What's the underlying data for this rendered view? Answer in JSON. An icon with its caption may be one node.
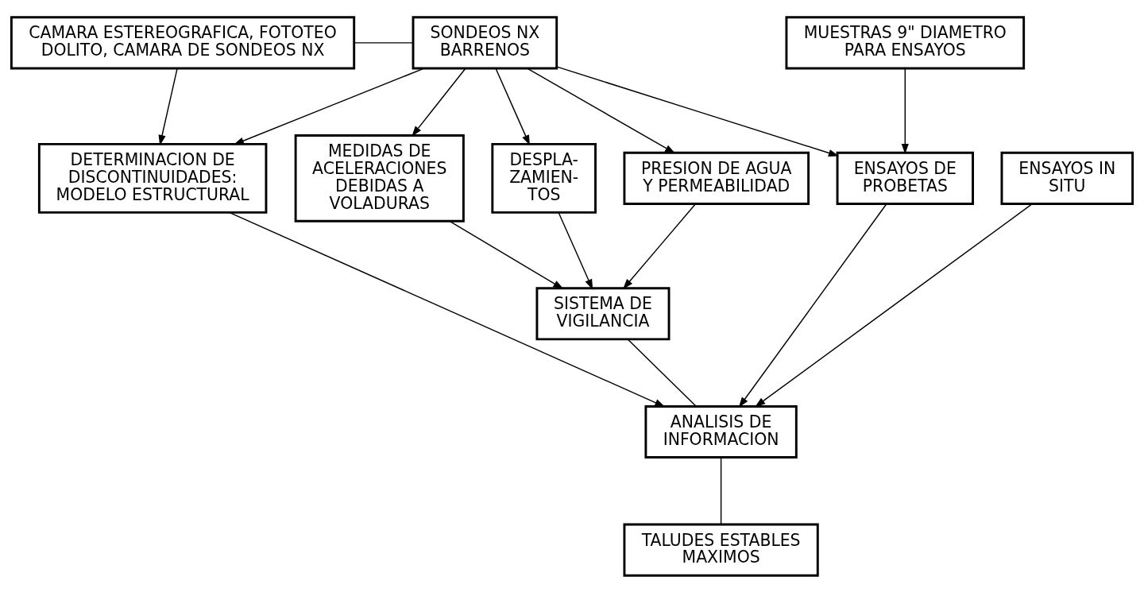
{
  "diagram": {
    "nodes": [
      {
        "text": [
          "CAMARA ESTEREOGRAFICA, FOTOTEO DOLITO, CAMARA DE SONDEOS NX"
        ]
      },
      {
        "text": [
          "SONDEOS NX BARRENOS"
        ]
      },
      {
        "text": [
          "MUESTRAS 9\" DIAMETRO PARA ENSAYOS"
        ]
      },
      {
        "text": [
          "DETERMINACION DE DISCONTINUIDADES: MODELO ESTRUCTURAL"
        ]
      },
      {
        "text": [
          "MEDIDAS DE ACELERACIONES DEBIDAS A VOLADURAS"
        ]
      },
      {
        "text": [
          "DESPLA- ZAMIEN- TOS"
        ]
      },
      {
        "text": [
          "PRESION DE AGUA Y PERMEABILIDAD"
        ]
      },
      {
        "text": [
          "ENSAYOS DE PROBETAS"
        ]
      },
      {
        "text": [
          "ENSAYOS IN SITU"
        ]
      },
      {
        "text": [
          "SISTEMA DE VIGILANCIA"
        ]
      },
      {
        "text": [
          "ANALISIS DE INFORMACION"
        ]
      },
      {
        "text": [
          "TALUDES ESTABLES MAXIMOS"
        ]
      }
    ],
    "edges": [
      {
        "from": 0,
        "to": 1,
        "arrow": "none"
      },
      {
        "from": 0,
        "to": 3,
        "arrow": "to"
      },
      {
        "from": 1,
        "to": 3,
        "arrow": "to"
      },
      {
        "from": 1,
        "to": 4,
        "arrow": "to"
      },
      {
        "from": 1,
        "to": 5,
        "arrow": "to"
      },
      {
        "from": 1,
        "to": 6,
        "arrow": "to"
      },
      {
        "from": 1,
        "to": 7,
        "arrow": "to"
      },
      {
        "from": 2,
        "to": 7,
        "arrow": "to"
      },
      {
        "from": 4,
        "to": 9,
        "arrow": "to"
      },
      {
        "from": 5,
        "to": 9,
        "arrow": "to"
      },
      {
        "from": 6,
        "to": 9,
        "arrow": "to"
      },
      {
        "from": 9,
        "to": 10,
        "arrow": "none"
      },
      {
        "from": 3,
        "to": 10,
        "arrow": "to"
      },
      {
        "from": 7,
        "to": 10,
        "arrow": "to"
      },
      {
        "from": 8,
        "to": 10,
        "arrow": "to"
      },
      {
        "from": 10,
        "to": 11,
        "arrow": "none"
      }
    ]
  }
}
